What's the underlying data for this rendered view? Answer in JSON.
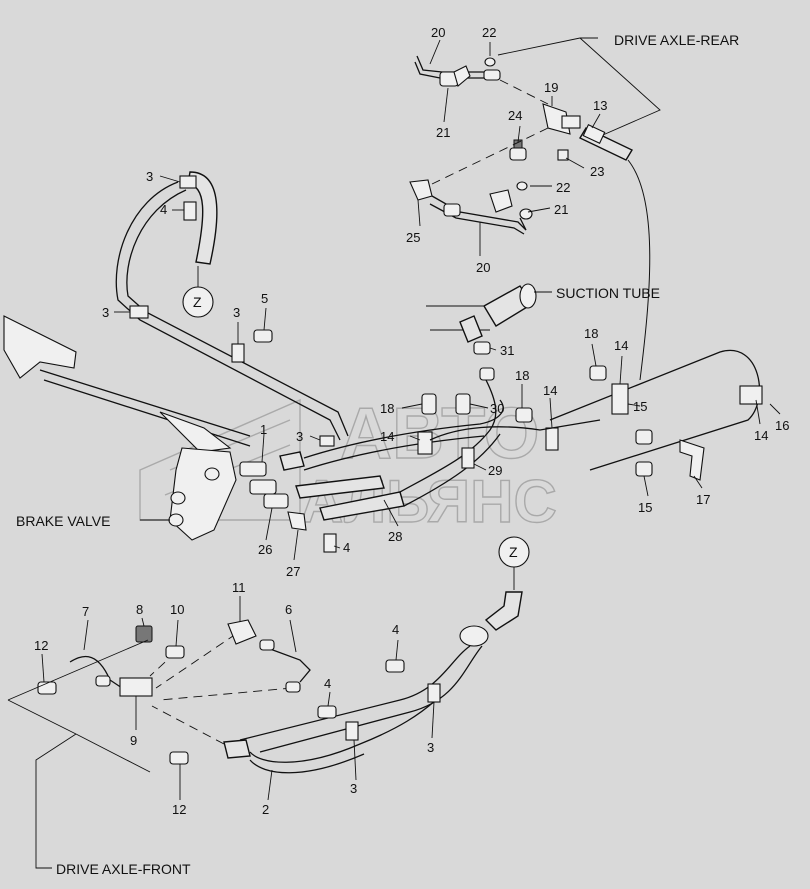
{
  "labels": {
    "drive_axle_rear": "DRIVE AXLE-REAR",
    "suction_tube": "SUCTION TUBE",
    "brake_valve": "BRAKE VALVE",
    "drive_axle_front": "DRIVE AXLE-FRONT",
    "z_top": "Z",
    "z_bottom": "Z"
  },
  "watermark": {
    "line1": "АВТО",
    "line2": "АЛЬЯНС"
  },
  "callouts": {
    "c20a": "20",
    "c22a": "22",
    "c19": "19",
    "c13": "13",
    "c21a": "21",
    "c24": "24",
    "c23": "23",
    "c22b": "22",
    "c21b": "21",
    "c25": "25",
    "c20b": "20",
    "c3a": "3",
    "c4a": "4",
    "c3b": "3",
    "c3c": "3",
    "c5": "5",
    "c31": "31",
    "c18a": "18",
    "c14a": "14",
    "c18b": "18",
    "c14b": "14",
    "c15a": "15",
    "c14c": "14",
    "c16": "16",
    "c18c": "18",
    "c30": "30",
    "c14d": "14",
    "c1": "1",
    "c3d": "3",
    "c29": "29",
    "c17": "17",
    "c15b": "15",
    "c26": "26",
    "c27": "27",
    "c4b": "4",
    "c28": "28",
    "c11": "11",
    "c8": "8",
    "c10": "10",
    "c7": "7",
    "c6": "6",
    "c12a": "12",
    "c4c": "4",
    "c4d": "4",
    "c9": "9",
    "c3e": "3",
    "c12b": "12",
    "c3f": "3",
    "c2": "2"
  }
}
